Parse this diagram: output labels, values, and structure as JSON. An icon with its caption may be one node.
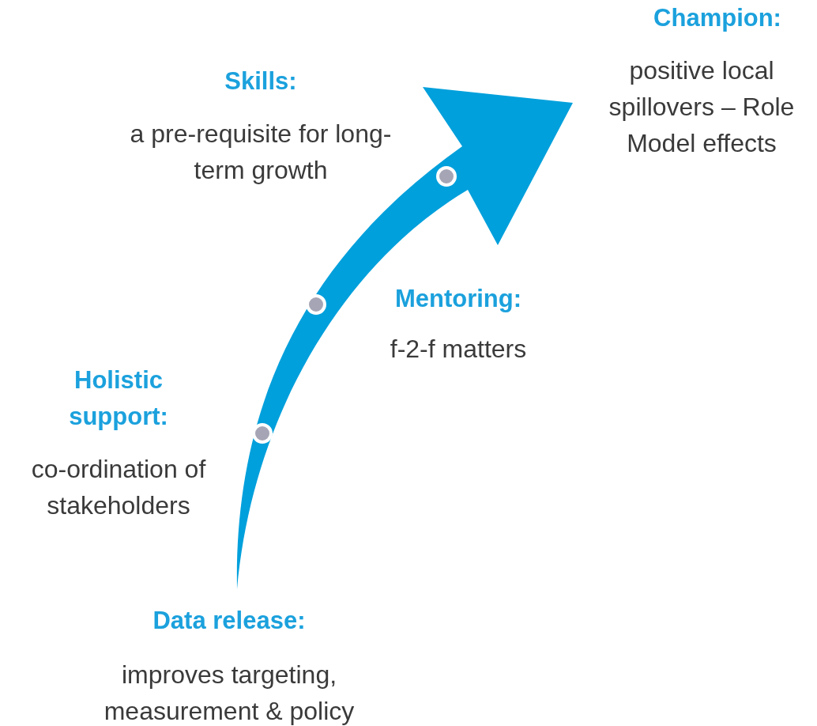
{
  "diagram": {
    "labels": [
      "Champion:",
      "positive local spillovers – Role Model effects",
      "Skills:",
      "a pre-requisite for long-term growth",
      "Mentoring:",
      "f-2-f matters",
      "Holistic support:",
      "co-ordination of stakeholders",
      "Data release:",
      "improves targeting, measurement & policy"
    ]
  }
}
